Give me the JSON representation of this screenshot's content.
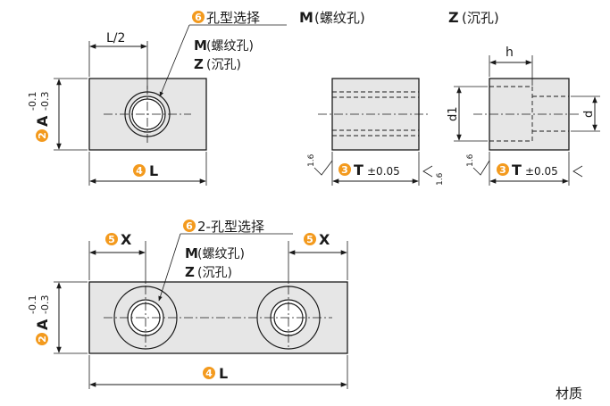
{
  "colors": {
    "accent": "#1a93d1",
    "badge": "#f39a1e",
    "part_fill": "#e6e6e6"
  },
  "top_left": {
    "half_label": "L/2",
    "badge6": "6",
    "hole_title": "孔型选择",
    "opt_m_code": "M",
    "opt_m_text": "(螺纹孔)",
    "opt_z_code": "Z",
    "opt_z_text": "(沉孔)",
    "badge2": "2",
    "a_letter": "A",
    "a_tol_top": "-0.1",
    "a_tol_bot": "-0.3",
    "badge4": "4",
    "l_letter": "L"
  },
  "side_m": {
    "heading_code": "M",
    "heading_text": "(螺纹孔)",
    "badge3": "3",
    "t_letter": "T",
    "t_tol": "±0.05",
    "rough_left": "1.6",
    "rough_right": "1.6"
  },
  "side_z": {
    "heading_code": "Z",
    "heading_text": "(沉孔)",
    "h_label": "h",
    "d1_label": "d1",
    "d_label": "d",
    "badge3": "3",
    "t_letter": "T",
    "t_tol": "±0.05",
    "rough_left": "1.6"
  },
  "bottom": {
    "badge5_left": "5",
    "x_left": "X",
    "badge6": "6",
    "hole_title": "2-孔型选择",
    "opt_m_code": "M",
    "opt_m_text": "(螺纹孔)",
    "opt_z_code": "Z",
    "opt_z_text": "(沉孔)",
    "badge5_right": "5",
    "x_right": "X",
    "badge2": "2",
    "a_letter": "A",
    "a_tol_top": "-0.1",
    "a_tol_bot": "-0.3",
    "badge4": "4",
    "l_letter": "L"
  },
  "footer": {
    "material_label": "材质"
  }
}
